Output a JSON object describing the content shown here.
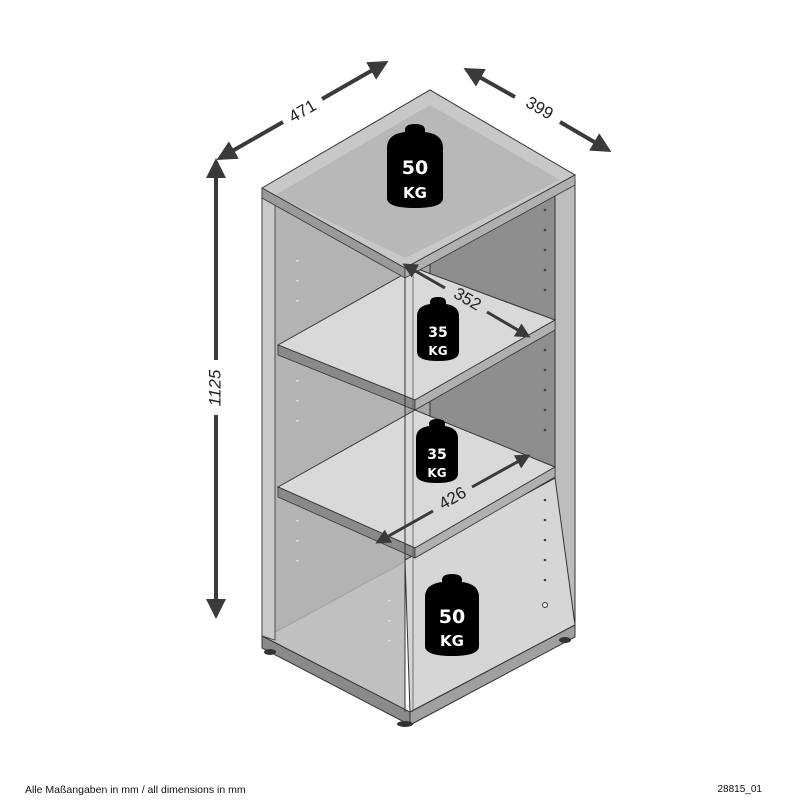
{
  "dimensions": {
    "width": "471",
    "depth": "399",
    "height": "1125",
    "shelf_depth": "352",
    "shelf_width": "426"
  },
  "load_ratings": {
    "top": {
      "value": "50",
      "unit": "KG"
    },
    "shelf_upper": {
      "value": "35",
      "unit": "KG"
    },
    "shelf_lower": {
      "value": "35",
      "unit": "KG"
    },
    "bottom": {
      "value": "50",
      "unit": "KG"
    }
  },
  "footer": {
    "note": "Alle Maßangaben in mm / all dimensions in mm",
    "article_code": "28815_01"
  },
  "colors": {
    "arrow": "#3a3a3a",
    "weight_fill": "#000000",
    "panel_light": "#d9d9d9",
    "panel_mid": "#a8a8a8",
    "panel_dark": "#7a7a7a"
  }
}
